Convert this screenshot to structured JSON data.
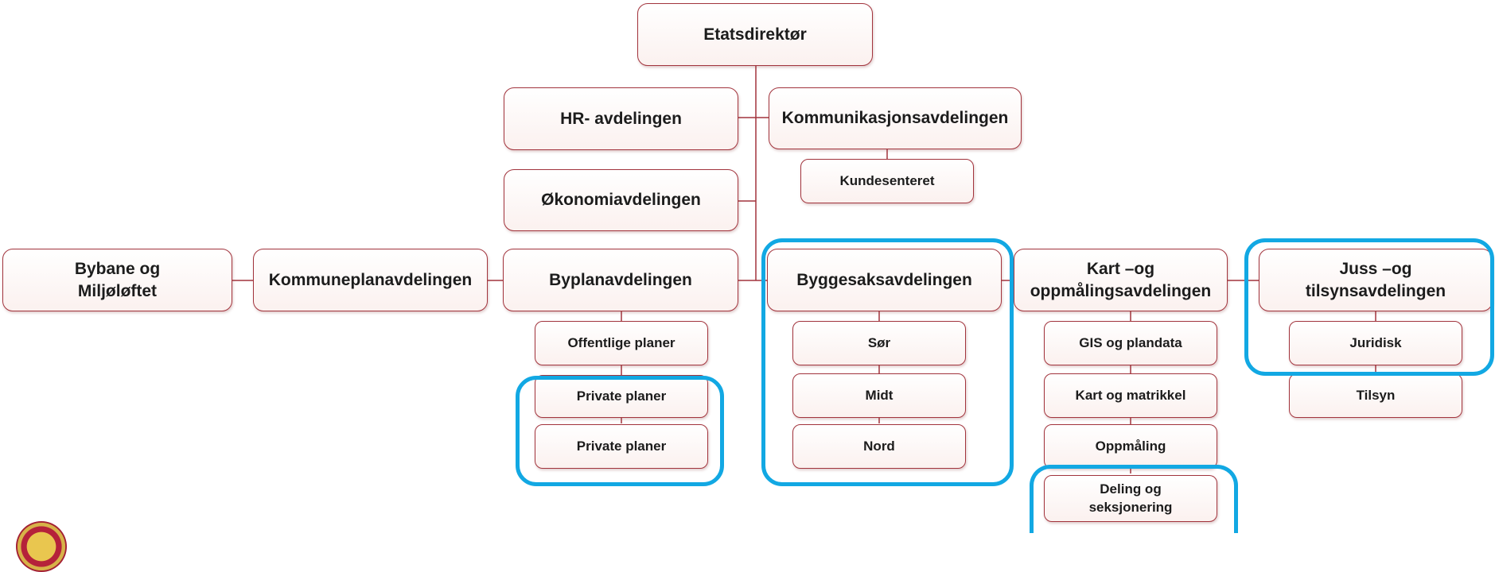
{
  "orgchart": {
    "director": "Etatsdirektør",
    "hr": "HR- avdelingen",
    "communication": "Kommunikasjonsavdelingen",
    "customer_center": "Kundesenteret",
    "economy": "Økonomiavdelingen",
    "departments": {
      "bybane": "Bybane og\nMiljøløftet",
      "kommuneplan": "Kommuneplanavdelingen",
      "byplan": "Byplanavdelingen",
      "byggesak": "Byggesaksavdelingen",
      "kart": "Kart –og\noppmålingsavdelingen",
      "juss": "Juss –og\ntilsynsavdelingen"
    },
    "byplan_units": [
      "Offentlige planer",
      "Private planer",
      "Private planer"
    ],
    "byggesak_units": [
      "Sør",
      "Midt",
      "Nord"
    ],
    "kart_units": [
      "GIS og plandata",
      "Kart og matrikkel",
      "Oppmåling",
      "Deling og\nseksjonering"
    ],
    "juss_units": [
      "Juridisk",
      "Tilsyn"
    ]
  },
  "colors": {
    "box_border": "#a2343d",
    "connector": "#a2343d",
    "highlight": "#12a8e3"
  },
  "logo_icon": "bergen-coat-of-arms-icon"
}
